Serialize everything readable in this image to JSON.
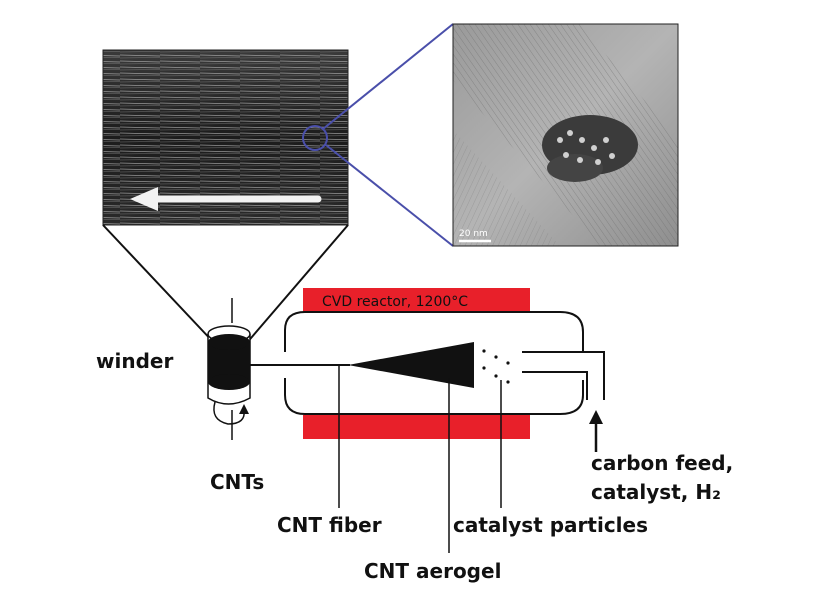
{
  "labels": {
    "reactor": "CVD reactor, 1200°C",
    "winder": "winder",
    "cnts": "CNTs",
    "cnt_fiber": "CNT fiber",
    "cnt_aerogel": "CNT aerogel",
    "catalyst_particles": "catalyst particles",
    "feed_line1": "carbon feed,",
    "feed_line2": "catalyst, H₂"
  },
  "tem_image": {
    "scale_bar": "20 nm"
  },
  "colors": {
    "reactor_heater": "#e8202a",
    "zoom_lines": "#4a4faa",
    "outline": "#111111"
  }
}
